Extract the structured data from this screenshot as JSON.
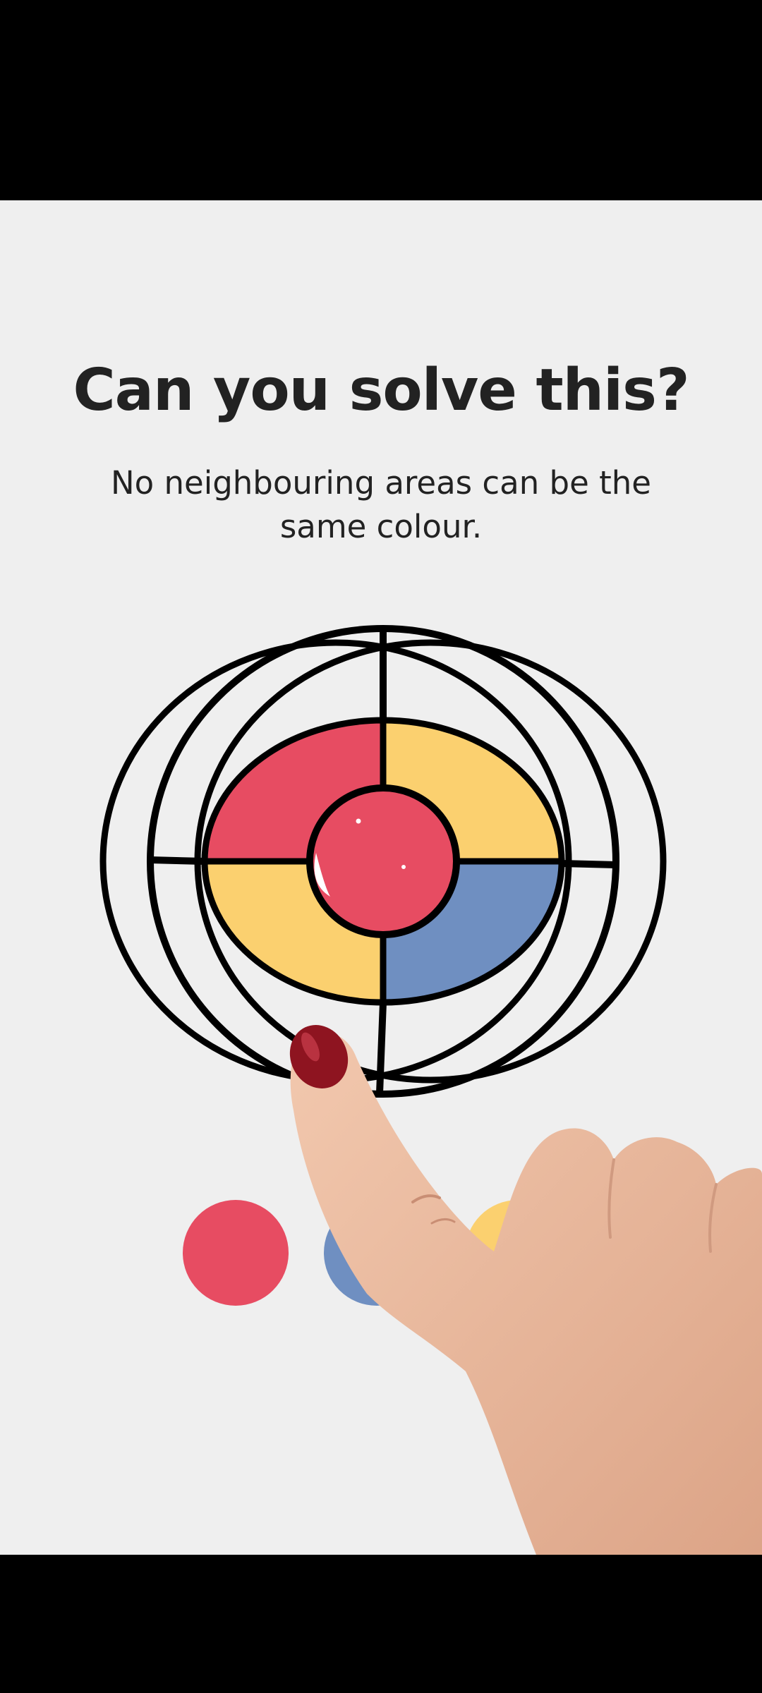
{
  "puzzle": {
    "title": "Can you solve this?",
    "instructions": "No neighbouring areas can be the same colour."
  },
  "colors": {
    "background": "#efefef",
    "red": "#e74c62",
    "yellow": "#fbd06f",
    "blue": "#6f8fc1",
    "outline": "#000000",
    "empty": "#efefef"
  },
  "regions": {
    "center": "red",
    "ring_top_left": "red",
    "ring_top_right": "yellow",
    "ring_bottom_left": "yellow",
    "ring_bottom_right": "blue",
    "outer_segments": "empty"
  },
  "palette": [
    {
      "name": "red",
      "color": "#e74c62"
    },
    {
      "name": "blue",
      "color": "#6f8fc1"
    },
    {
      "name": "yellow",
      "color": "#fbd06f"
    }
  ]
}
